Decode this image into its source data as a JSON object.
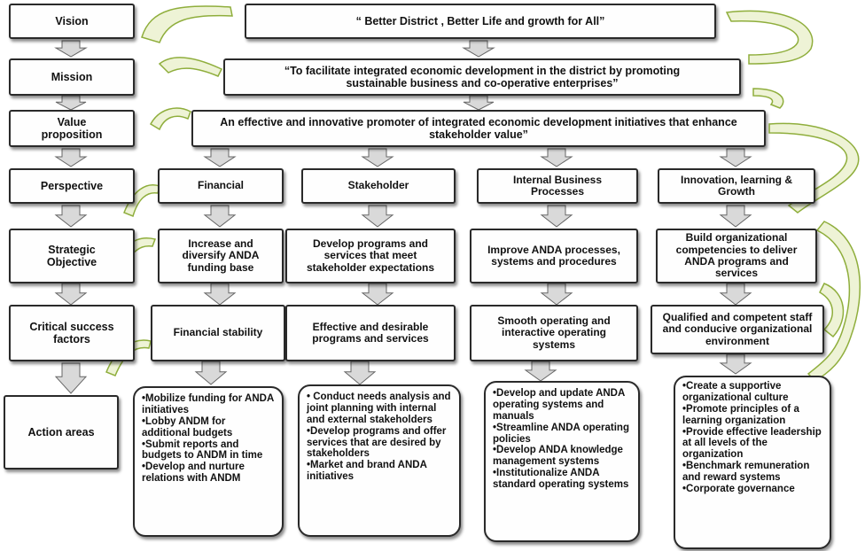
{
  "labels": {
    "vision": "Vision",
    "mission": "Mission",
    "value_proposition": "Value proposition",
    "perspective": "Perspective",
    "strategic_objective": "Strategic Objective",
    "critical_success_factors": "Critical success factors",
    "action_areas": "Action areas"
  },
  "vision_text": "“ Better District , Better Life and growth for All”",
  "mission_text": "“To facilitate integrated economic development in the district by promoting sustainable business and co-operative enterprises”",
  "value_proposition_text": "An effective and innovative promoter of integrated economic development initiatives that enhance stakeholder value”",
  "columns": [
    {
      "perspective": "Financial",
      "objective": "Increase and diversify ANDA funding base",
      "csf": "Financial stability",
      "actions": [
        "Mobilize funding for ANDA initiatives",
        "Lobby ANDM for additional budgets",
        "Submit reports and budgets to ANDM in time",
        "Develop and nurture relations with ANDM"
      ]
    },
    {
      "perspective": "Stakeholder",
      "objective": "Develop programs and services that meet stakeholder expectations",
      "csf": "Effective and desirable programs and services",
      "actions": [
        " Conduct needs analysis and joint planning with internal and external stakeholders",
        "Develop programs and offer services that are desired by stakeholders",
        "Market and brand ANDA initiatives"
      ]
    },
    {
      "perspective": "Internal Business Processes",
      "objective": "Improve ANDA processes, systems and procedures",
      "csf": "Smooth operating and interactive operating systems",
      "actions": [
        "Develop and update ANDA operating systems and manuals",
        "Streamline ANDA operating policies",
        "Develop ANDA knowledge management systems",
        "Institutionalize ANDA standard operating systems"
      ]
    },
    {
      "perspective": "Innovation, learning & Growth",
      "objective": "Build organizational competencies to deliver ANDA programs and services",
      "csf": "Qualified and competent staff and conducive organizational environment",
      "actions": [
        "Create a supportive organizational culture",
        "Promote principles of a learning organization",
        "Provide effective leadership at all levels of the organization",
        "Benchmark remuneration and reward systems",
        "Corporate governance"
      ]
    }
  ],
  "colors": {
    "connector_fill": "#eef3d6",
    "connector_stroke": "#8fae3c",
    "arrow_fill": "#d9d9d9",
    "box_border": "#2a2a2a"
  }
}
